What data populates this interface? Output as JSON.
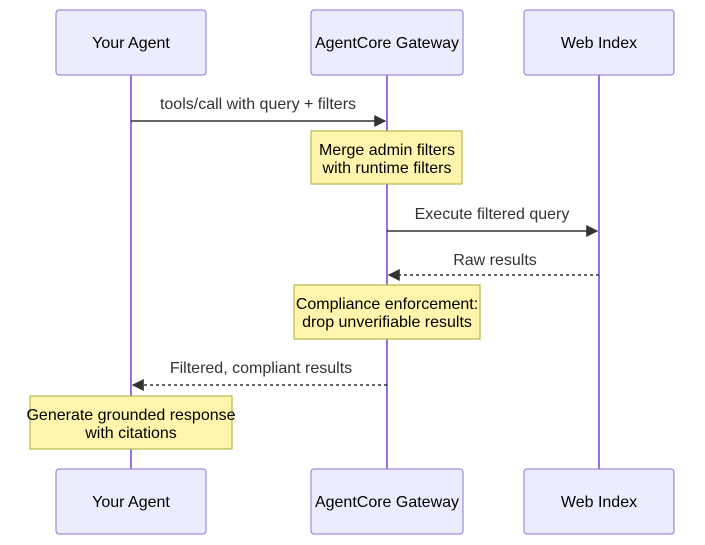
{
  "participants": [
    {
      "id": "agent",
      "label": "Your Agent"
    },
    {
      "id": "gateway",
      "label": "AgentCore Gateway"
    },
    {
      "id": "index",
      "label": "Web Index"
    }
  ],
  "messages": [
    {
      "from": "agent",
      "to": "gateway",
      "label": "tools/call with query + filters",
      "style": "solid"
    },
    {
      "from": "gateway",
      "to": "index",
      "label": "Execute filtered query",
      "style": "solid"
    },
    {
      "from": "index",
      "to": "gateway",
      "label": "Raw results",
      "style": "dashed"
    },
    {
      "from": "gateway",
      "to": "agent",
      "label": "Filtered, compliant results",
      "style": "dashed"
    }
  ],
  "notes": [
    {
      "over": "gateway",
      "lines": [
        "Merge admin filters",
        "with runtime filters"
      ]
    },
    {
      "over": "gateway",
      "lines": [
        "Compliance enforcement:",
        "drop unverifiable results"
      ]
    },
    {
      "over": "agent",
      "lines": [
        "Generate grounded response",
        "with citations"
      ]
    }
  ],
  "colors": {
    "actor_fill": "#ECECFF",
    "actor_stroke": "#9370DB",
    "note_fill": "#FFF5AD",
    "note_stroke": "#AAAA33",
    "arrow": "#333333"
  }
}
